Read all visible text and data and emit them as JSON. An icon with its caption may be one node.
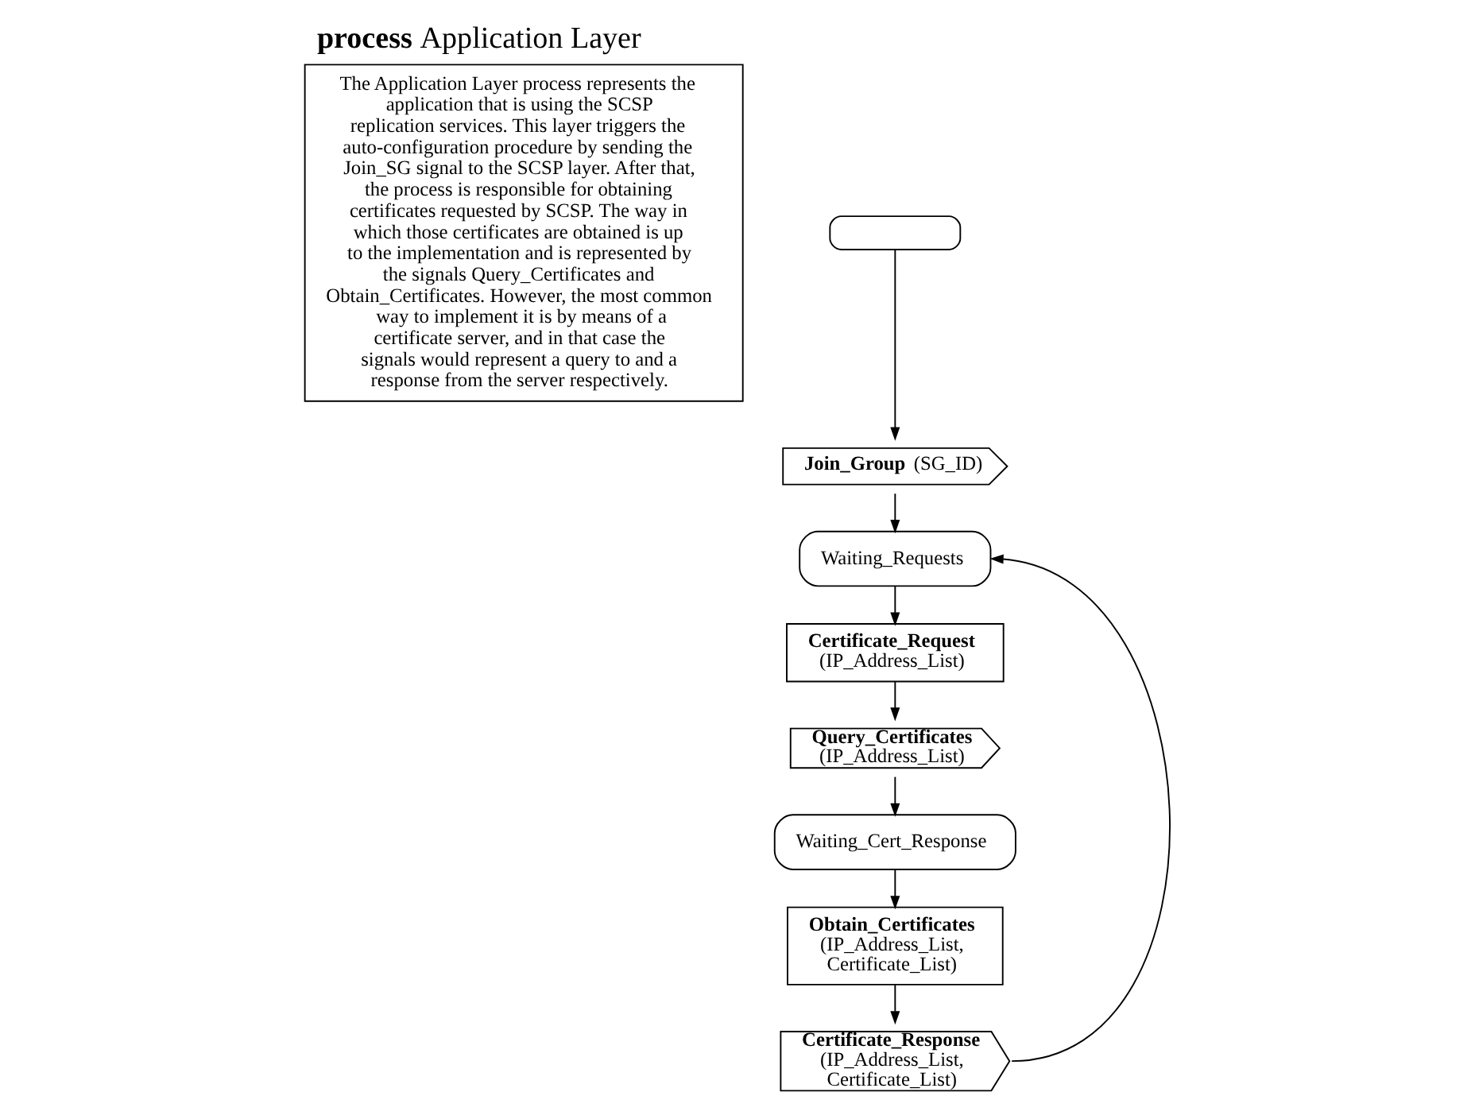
{
  "diagram": {
    "title": "**process** Application Layer",
    "nodes": [
      {
        "text": [],
        "shape": "terminal"
      },
      {
        "text": [
          "**Join_Group** (SG_ID)"
        ]
      },
      {
        "text": [
          "Waiting_Requests"
        ]
      },
      {
        "text": [
          "Certificate_Request",
          "(IP_Address_List)"
        ]
      },
      {
        "text": [
          "Query_Certificates",
          "(IP_Address_List)"
        ]
      },
      {
        "text": [
          "Waiting_Cert_Response"
        ]
      },
      {
        "text": [
          "Obtain_Certificates",
          "(IP_Address_List, Certificate_List)"
        ]
      },
      {
        "text": [
          "Certificate_Response",
          "(IP_Address_List, Certificate_List)"
        ]
      },
      {
        "text": [
          "The Application Layer process represents the application that is using the SCSP replication services. This layer triggers the auto-configuration procedure by sending the Join_SG signal to the SCSP layer. After that, the process is responsible for obtaining certificates requested by SCSP. The way in which those certificates are obtained is up to the implementation and is represented by the signals Query_Certificates and Obtain_Certificates. However, the most common way to implement it is by means of a certificate server, and in that case the signals would represent a query to and a response from the server respectively."
        ]
      }
    ],
    "edges": [
      {
        "from": 0,
        "to": 1,
        "arrow": "to"
      },
      {
        "from": 1,
        "to": 2,
        "arrow": "to"
      },
      {
        "from": 2,
        "to": 3,
        "arrow": "to"
      },
      {
        "from": 3,
        "to": 4,
        "arrow": "to"
      },
      {
        "from": 4,
        "to": 5,
        "arrow": "to"
      },
      {
        "from": 5,
        "to": 6,
        "arrow": "to"
      },
      {
        "from": 6,
        "to": 7,
        "arrow": "to"
      },
      {
        "from": 7,
        "to": 2,
        "arrow": "to"
      }
    ]
  }
}
